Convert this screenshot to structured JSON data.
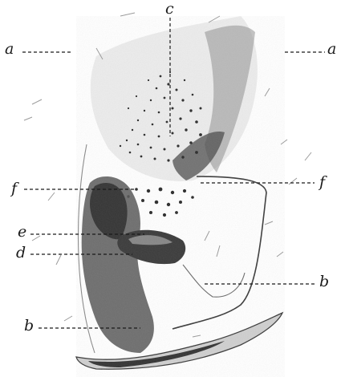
{
  "figure": {
    "labels": {
      "a_left": "a",
      "a_right": "a",
      "c_top": "c",
      "f_left": "f",
      "f_right": "f",
      "e_left": "e",
      "d_left": "d",
      "b_right": "b",
      "b_left": "b"
    },
    "colors": {
      "ink": "#1a1a1a",
      "dark_tissue": "#3a3a3a",
      "mid_tissue": "#7a7a7a",
      "light_tissue": "#bdbdbd"
    }
  }
}
